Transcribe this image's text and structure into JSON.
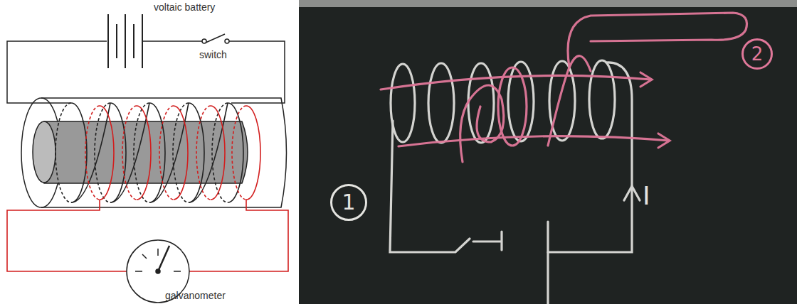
{
  "diagram": {
    "nodes": [
      {
        "text": [
          "1"
        ]
      },
      {
        "text": [
          "2"
        ]
      }
    ],
    "labels": [
      "voltaic battery",
      "switch",
      "galvanometer",
      "I"
    ]
  }
}
